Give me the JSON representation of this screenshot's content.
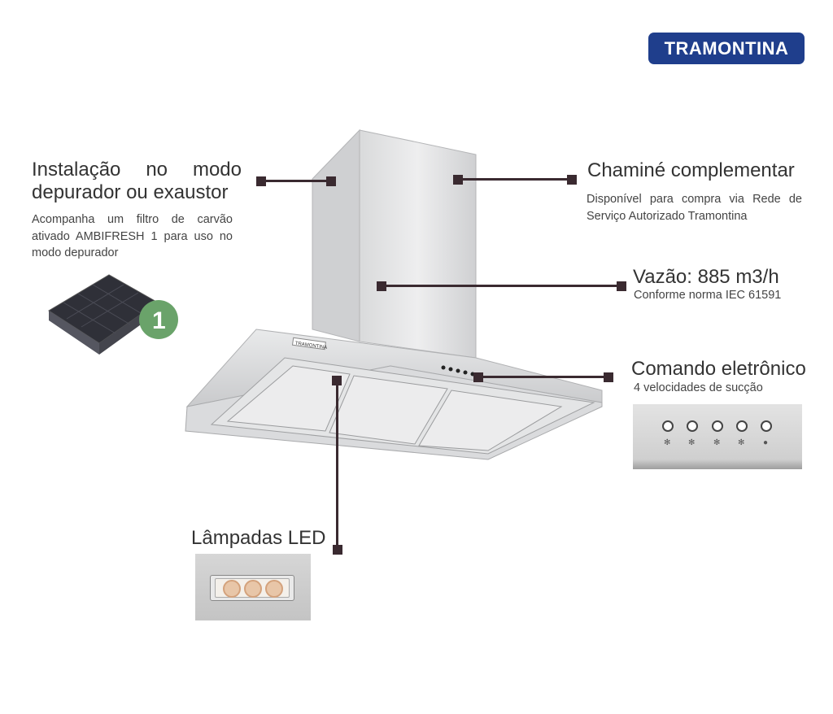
{
  "brand": "TRAMONTINA",
  "hood_brand_plate": "TRAMONTINA",
  "install": {
    "title_line1": "Instalação no modo",
    "title_line2": "depurador ou exaustor",
    "desc_line1": "Acompanha um filtro de carvão",
    "desc_line2": "ativado AMBIFRESH 1 para uso no",
    "desc_line3": "modo depurador",
    "badge": "1"
  },
  "chimney": {
    "title": "Chaminé complementar",
    "desc_line1": "Disponível para compra via Rede de",
    "desc_line2": "Serviço Autorizado Tramontina"
  },
  "flow": {
    "title": "Vazão: 885 m3/h",
    "desc": "Conforme norma IEC 61591"
  },
  "control": {
    "title": "Comando eletrônico",
    "desc": "4 velocidades de sucção",
    "button_icons": [
      "fan-speed-1-icon",
      "fan-speed-2-icon",
      "fan-speed-3-icon",
      "fan-speed-4-icon",
      "light-icon"
    ]
  },
  "led": {
    "title": "Lâmpadas LED"
  }
}
